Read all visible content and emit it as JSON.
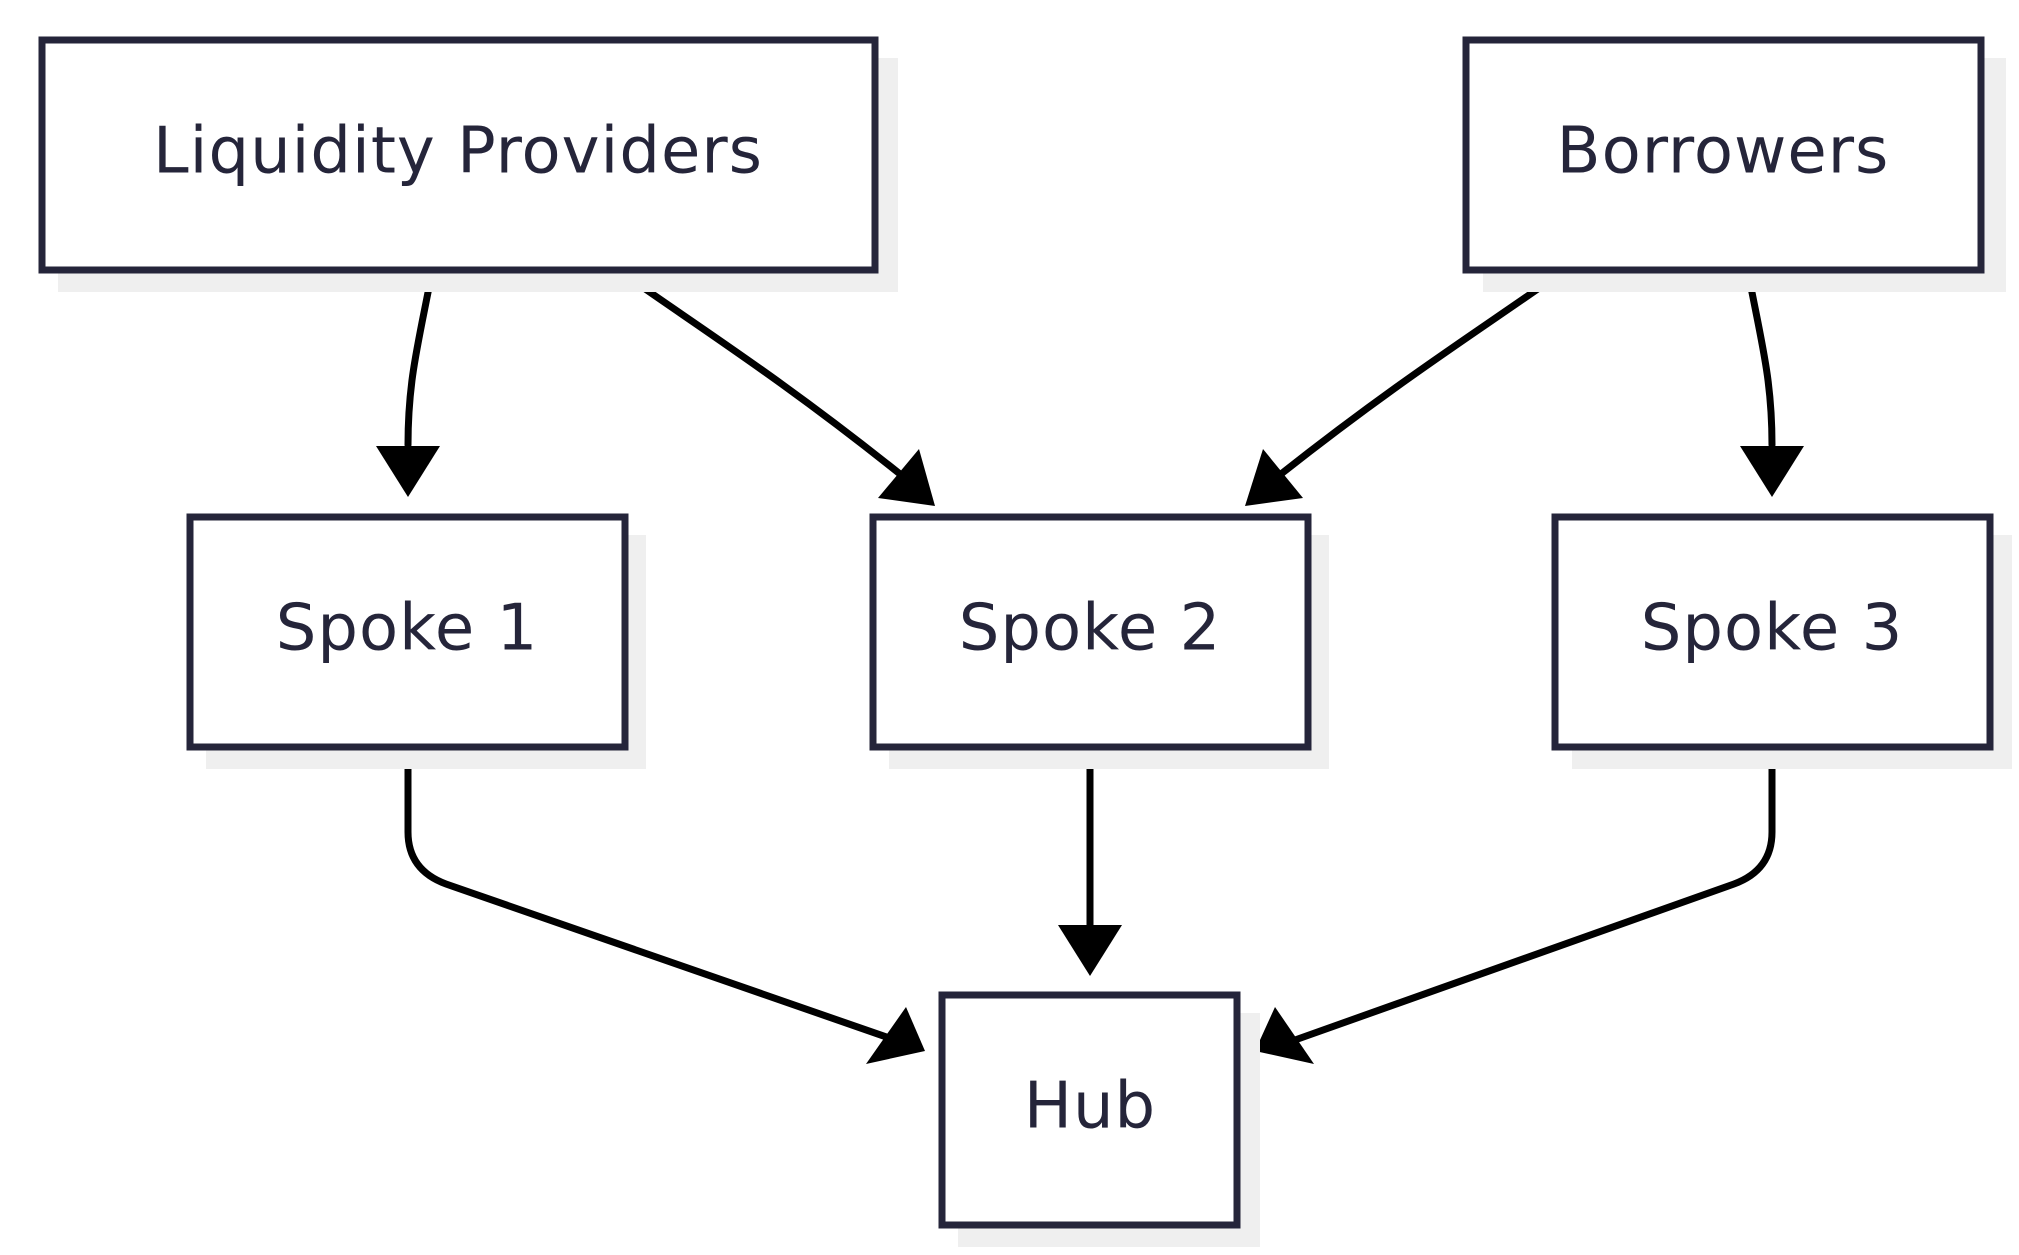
{
  "diagram": {
    "nodes": [
      {
        "id": "lp",
        "label": "Liquidity Providers"
      },
      {
        "id": "borrowers",
        "label": "Borrowers"
      },
      {
        "id": "spoke1",
        "label": "Spoke 1"
      },
      {
        "id": "spoke2",
        "label": "Spoke 2"
      },
      {
        "id": "spoke3",
        "label": "Spoke 3"
      },
      {
        "id": "hub",
        "label": "Hub"
      }
    ],
    "edges": [
      {
        "from": "lp",
        "to": "spoke1"
      },
      {
        "from": "lp",
        "to": "spoke2"
      },
      {
        "from": "borrowers",
        "to": "spoke2"
      },
      {
        "from": "borrowers",
        "to": "spoke3"
      },
      {
        "from": "spoke1",
        "to": "hub"
      },
      {
        "from": "spoke2",
        "to": "hub"
      },
      {
        "from": "spoke3",
        "to": "hub"
      }
    ],
    "colors": {
      "node_border": "#25253a",
      "node_fill": "#ffffff",
      "node_text": "#25253a",
      "node_shadow": "#efefef",
      "edge": "#000000",
      "background": "#ffffff"
    }
  }
}
